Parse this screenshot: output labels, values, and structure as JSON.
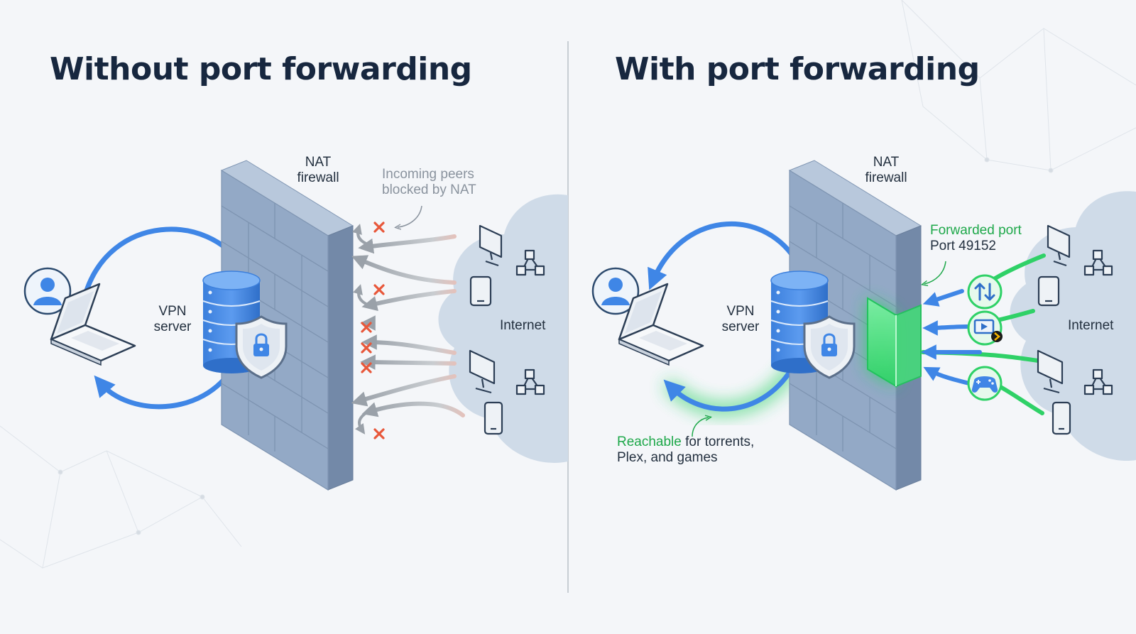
{
  "left": {
    "title": "Without port forwarding",
    "nat_label": [
      "NAT",
      "firewall"
    ],
    "vpn_label": [
      "VPN",
      "server"
    ],
    "blocked_note": [
      "Incoming peers",
      "blocked by NAT"
    ],
    "internet_label": "Internet"
  },
  "right": {
    "title": "With port forwarding",
    "nat_label": [
      "NAT",
      "firewall"
    ],
    "vpn_label": [
      "VPN",
      "server"
    ],
    "forwarded_label": "Forwarded port",
    "port_label": "Port 49152",
    "internet_label": "Internet",
    "reachable_word": "Reachable",
    "reachable_rest": " for torrents,",
    "reachable_line2": "Plex, and games"
  },
  "colors": {
    "title": "#17273f",
    "flow_blue": "#3f86e6",
    "forward_green": "#2fd167",
    "blocked_red": "#e8573a",
    "wall_blue": "#93a9c6",
    "cloud": "#cfdbe8"
  },
  "icons": [
    "user-avatar-icon",
    "laptop-icon",
    "database-icon",
    "shield-lock-icon",
    "monitor-icon",
    "tablet-icon",
    "phone-icon",
    "network-nodes-icon",
    "transfer-arrows-icon",
    "media-play-icon",
    "gamepad-icon",
    "blocked-x-icon"
  ]
}
